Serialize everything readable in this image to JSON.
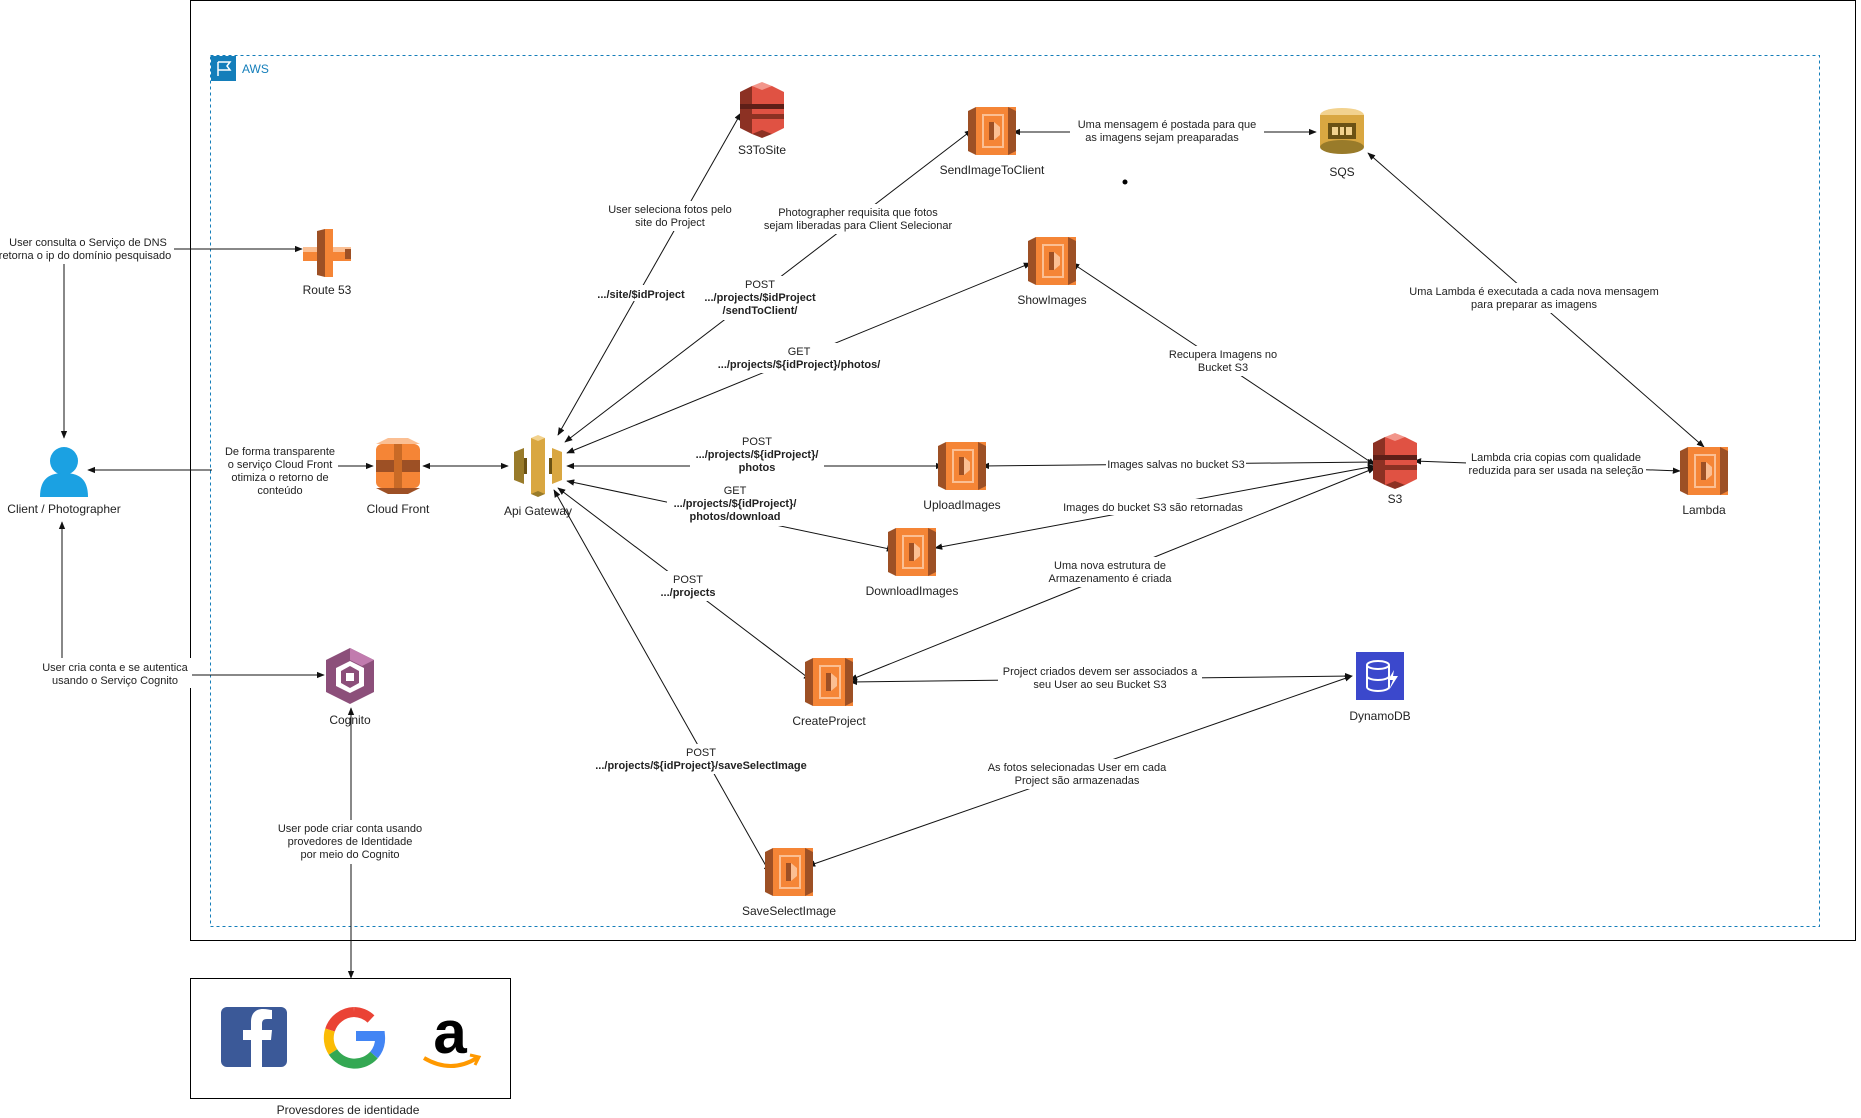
{
  "aws": {
    "label": "AWS"
  },
  "client": {
    "label": "Client / Photographer"
  },
  "idp": {
    "title": "Provesdores de identidade",
    "providers": [
      "facebook-logo",
      "google-logo",
      "amazon-logo"
    ]
  },
  "nodes": {
    "route53": "Route 53",
    "cognito": "Cognito",
    "cloudfront": "Cloud Front",
    "apigw": "Api Gateway",
    "s3tosite": "S3ToSite",
    "sendimage": "SendImageToClient",
    "sqs": "SQS",
    "showimages": "ShowImages",
    "uploadimages": "UploadImages",
    "downloadimages": "DownloadImages",
    "createproject": "CreateProject",
    "saveselect": "SaveSelectImage",
    "s3": "S3",
    "lambda": "Lambda",
    "dynamodb": "DynamoDB"
  },
  "edges": {
    "dns": [
      "User consulta o Serviço de DNS",
      "retorna o ip do domínio pesquisado"
    ],
    "cf": [
      "De forma transparente",
      "o serviço Cloud Front",
      "otimiza o retorno de",
      "conteúdo"
    ],
    "cog": [
      "User cria conta e se autentica",
      "usando o Serviço Cognito"
    ],
    "idp": [
      "User pode criar conta usando",
      "provedores de Identidade",
      "por meio do Cognito"
    ],
    "site_desc": [
      "User seleciona fotos pelo",
      "site do Project"
    ],
    "site_route": ".../site/$idProject",
    "send_desc": [
      "Photographer requisita que fotos",
      "sejam liberadas para Client Selecionar"
    ],
    "send_route": [
      "POST",
      ".../projects/$idProject",
      "/sendToClient/"
    ],
    "sqs_msg": [
      "Uma mensagem é postada para que",
      "as imagens sejam preaparadas"
    ],
    "get_photos": [
      "GET",
      ".../projects/${idProject}/photos/"
    ],
    "recupera": [
      "Recupera Imagens no",
      "Bucket S3"
    ],
    "lambda_exec": [
      "Uma Lambda é executada a cada nova mensagem",
      "para preparar as imagens"
    ],
    "post_photos": [
      "POST",
      ".../projects/${idProject}/",
      "photos"
    ],
    "get_download": [
      "GET",
      ".../projects/${idProject}/",
      "photos/download"
    ],
    "salvas": "Images salvas no bucket S3",
    "retornadas": "Images do bucket S3 são retornadas",
    "lambda_copias": [
      "Lambda cria  copias com qualidade",
      "reduzida para ser usada na seleção"
    ],
    "post_projects": [
      "POST",
      ".../projects"
    ],
    "nova_estrutura": [
      "Uma nova estrutura de",
      "Armazenamento é criada"
    ],
    "project_assoc": [
      "Project criados devem ser associados a",
      "seu User ao seu Bucket S3"
    ],
    "post_save": [
      "POST",
      ".../projects/${idProject}/saveSelectImage"
    ],
    "fotos_sel": [
      "As fotos selecionadas User em cada",
      "Project são armazenadas"
    ]
  },
  "colors": {
    "lambda": "#F58536",
    "s3": "#E05243",
    "gateway": "#D9A741",
    "sqs": "#D9A741",
    "cognito": "#8C4F7A",
    "dynamodb": "#3B48CC",
    "aws_border": "#147EBA",
    "user": "#1BA1E2"
  }
}
